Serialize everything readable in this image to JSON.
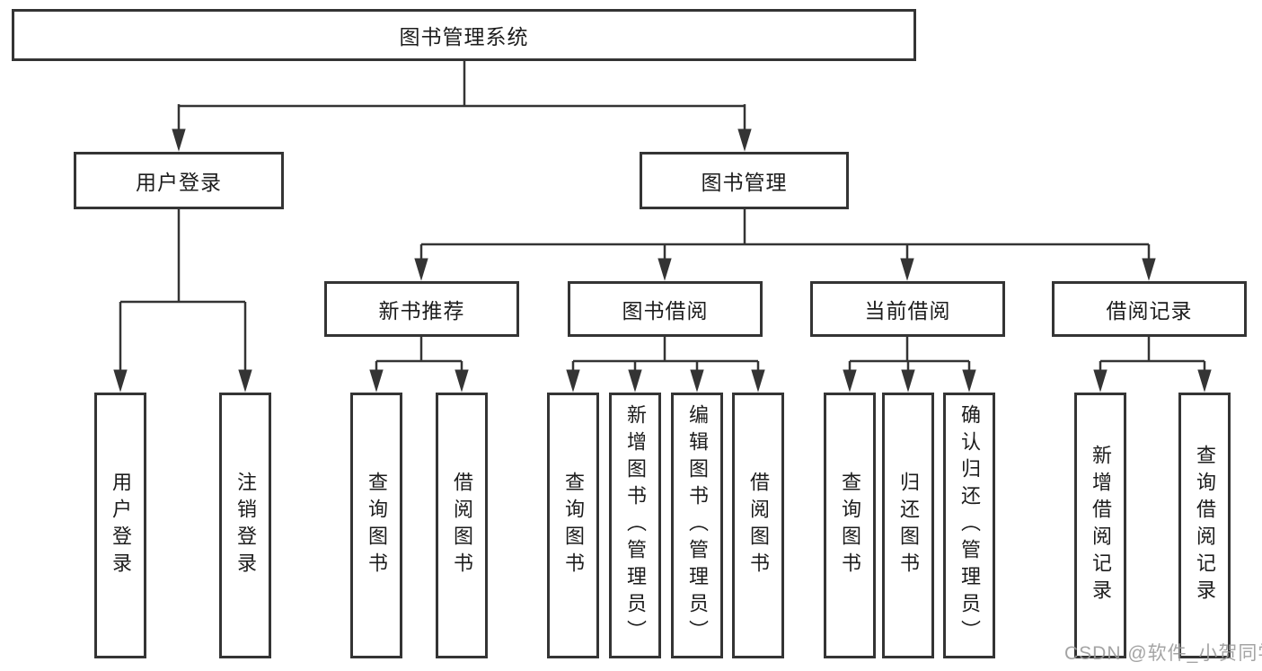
{
  "tree": {
    "root": {
      "label": "图书管理系统"
    },
    "login": {
      "label": "用户登录",
      "leaves": [
        {
          "label": "用户登录"
        },
        {
          "label": "注销登录"
        }
      ]
    },
    "management": {
      "label": "图书管理",
      "sections": [
        {
          "label": "新书推荐",
          "leaves": [
            {
              "label": "查询图书"
            },
            {
              "label": "借阅图书"
            }
          ]
        },
        {
          "label": "图书借阅",
          "leaves": [
            {
              "label": "查询图书"
            },
            {
              "label": "新增图书（管理员）"
            },
            {
              "label": "编辑图书（管理员）"
            },
            {
              "label": "借阅图书"
            }
          ]
        },
        {
          "label": "当前借阅",
          "leaves": [
            {
              "label": "查询图书"
            },
            {
              "label": "归还图书"
            },
            {
              "label": "确认归还（管理员）"
            }
          ]
        },
        {
          "label": "借阅记录",
          "leaves": [
            {
              "label": "新增借阅记录"
            },
            {
              "label": "查询借阅记录"
            }
          ]
        }
      ]
    }
  },
  "watermark": {
    "text": "CSDN @软件_小贺同学"
  },
  "colors": {
    "line": "#343434",
    "box_border": "#343434",
    "text": "#1c1c1c",
    "watermark": "#9b9b9b",
    "background": "#ffffff"
  }
}
